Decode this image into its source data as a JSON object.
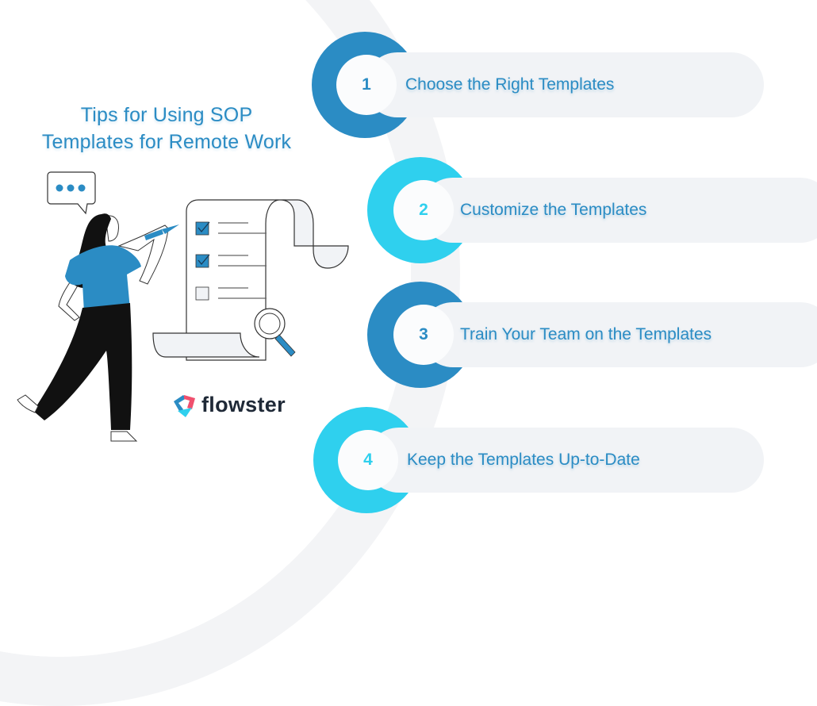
{
  "title": {
    "line1": "Tips for Using SOP",
    "line2": "Templates for Remote Work"
  },
  "steps": [
    {
      "number": "1",
      "label": "Choose the Right Templates",
      "color": "#2b8cc4"
    },
    {
      "number": "2",
      "label": "Customize the Templates",
      "color": "#2fd0ee"
    },
    {
      "number": "3",
      "label": "Train Your Team on the Templates",
      "color": "#2b8cc4"
    },
    {
      "number": "4",
      "label": "Keep the Templates Up-to-Date",
      "color": "#2fd0ee"
    }
  ],
  "logo": {
    "text": "flowster",
    "icon": "flowster-logo-icon"
  },
  "illustration": {
    "speech_bubble": "•••",
    "checklist": [
      {
        "checked": true
      },
      {
        "checked": true
      },
      {
        "checked": false
      }
    ]
  },
  "colors": {
    "primary_blue": "#2b8cc4",
    "cyan": "#2fd0ee",
    "pill_bg": "#f1f3f6",
    "text_dark": "#1f2937"
  }
}
